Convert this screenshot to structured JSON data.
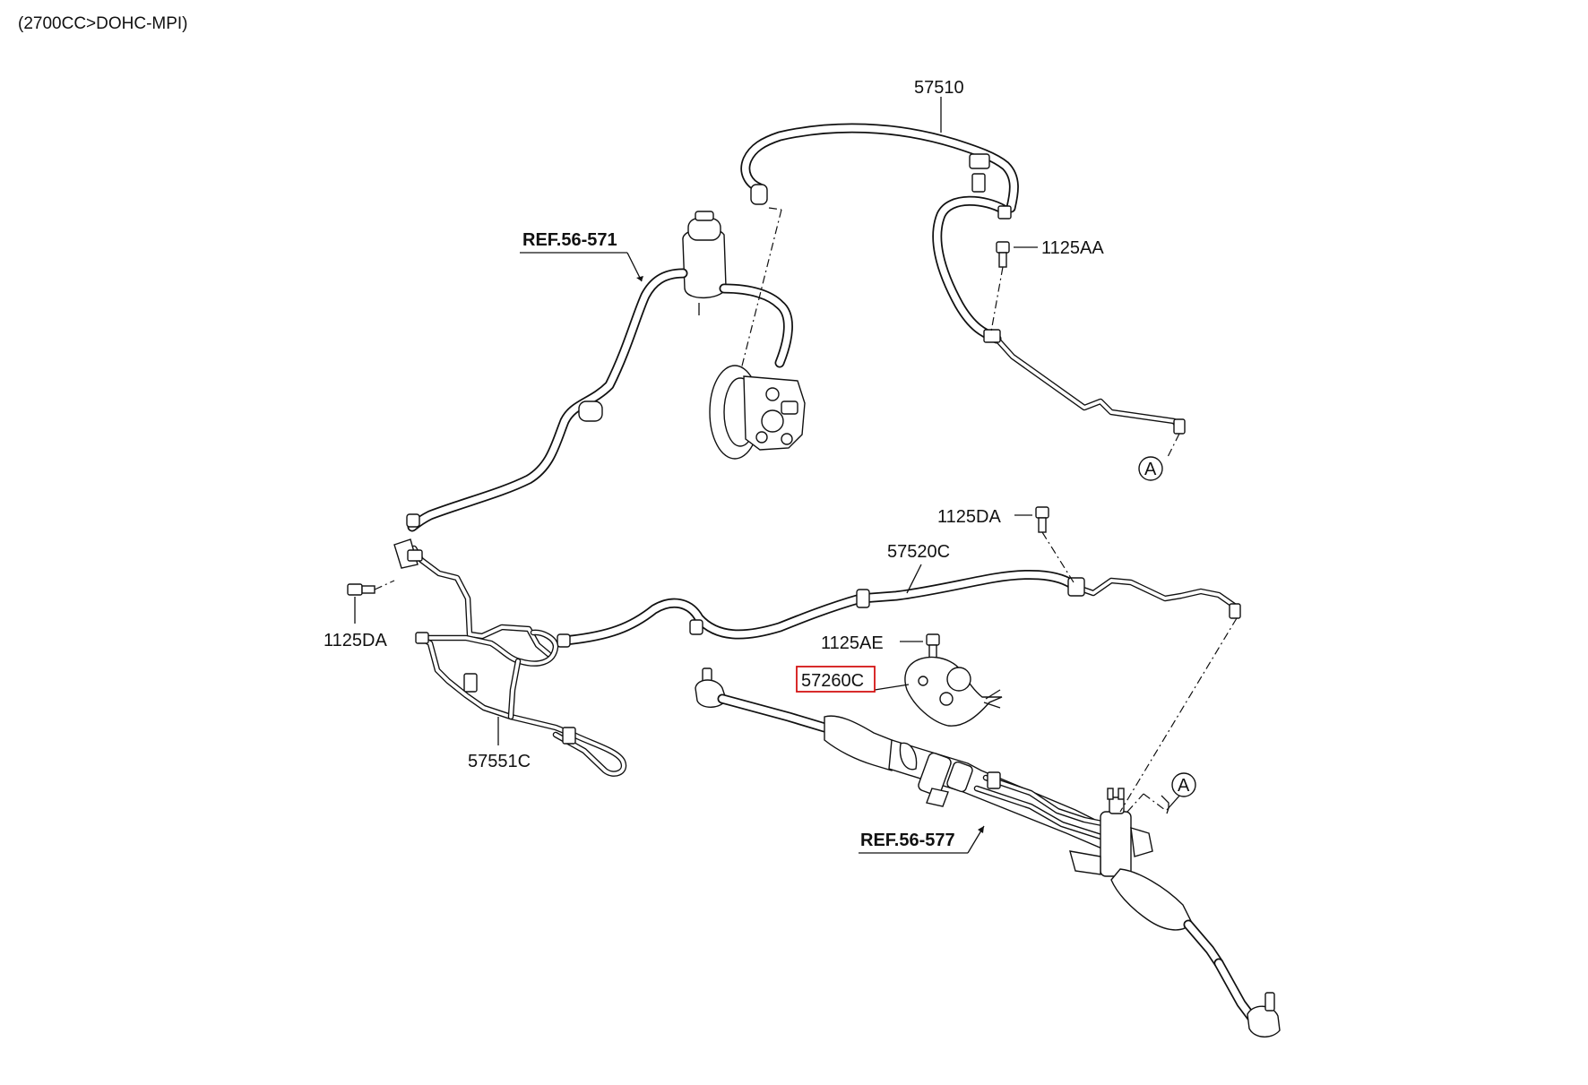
{
  "title": "(2700CC>DOHC-MPI)",
  "labels": {
    "p57510": "57510",
    "p1125AA": "1125AA",
    "ref_56_571": "REF.56-571",
    "p1125DA_right": "1125DA",
    "p57520C": "57520C",
    "p1125DA_left": "1125DA",
    "p1125AE": "1125AE",
    "p57260C": "57260C",
    "p57551C": "57551C",
    "ref_56_577": "REF.56-577",
    "marker_a_top": "A",
    "marker_a_bottom": "A"
  },
  "highlight": {
    "part": "57260C",
    "color": "#d41414"
  },
  "colors": {
    "line": "#111111",
    "background": "#ffffff"
  },
  "icons": [
    "bolt-icon",
    "reservoir-icon",
    "pump-icon",
    "bracket-icon",
    "steering-rack-icon",
    "tie-rod-icon"
  ]
}
